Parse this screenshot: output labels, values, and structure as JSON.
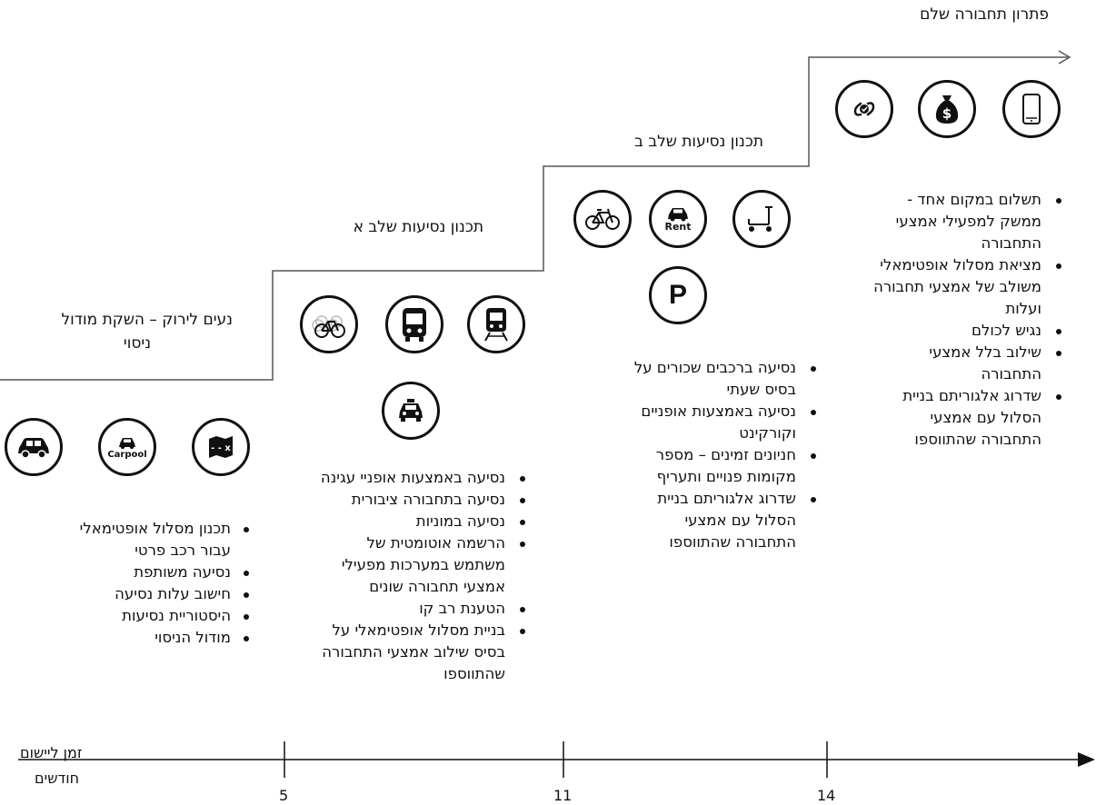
{
  "top_label": "פתרון תחבורה שלם",
  "stages": [
    {
      "title_lines": [
        "נעים לירוק – השקת מודול",
        "ניסוי"
      ],
      "icons": [
        "map-icon",
        "carpool-icon",
        "car-icon"
      ],
      "bullets": [
        {
          "lines": [
            "תכנון מסלול אופטימאלי",
            "עבור רכב פרטי"
          ]
        },
        {
          "lines": [
            "נסיעה משותפת"
          ]
        },
        {
          "lines": [
            "חישוב עלות נסיעה"
          ]
        },
        {
          "lines": [
            "היסטוריית נסיעות"
          ]
        },
        {
          "lines": [
            "מודול הניסוי"
          ]
        }
      ]
    },
    {
      "title_lines": [
        "תכנון נסיעות שלב א"
      ],
      "icons": [
        "train-icon",
        "bus-icon",
        "bikes-icon",
        "taxi-icon"
      ],
      "bullets": [
        {
          "lines": [
            "נסיעה באמצעות אופניי עגינה"
          ]
        },
        {
          "lines": [
            "נסיעה בתחבורה ציבורית"
          ]
        },
        {
          "lines": [
            "נסיעה במוניות"
          ]
        },
        {
          "lines": [
            "הרשמה אוטומטית של",
            "משתמש במערכות מפעילי",
            "אמצעי תחבורה שונים"
          ]
        },
        {
          "lines": [
            "הטענת רב קו"
          ]
        },
        {
          "lines": [
            "בניית מסלול אופטימאלי על",
            "בסיס שילוב אמצעי התחבורה",
            "שהתווספו"
          ]
        }
      ]
    },
    {
      "title_lines": [
        "תכנון נסיעות שלב ב"
      ],
      "icons": [
        "scooter-icon",
        "rent-car-icon",
        "bicycle-icon",
        "parking-icon"
      ],
      "rent_label": "Rent",
      "parking_label": "P",
      "bullets": [
        {
          "lines": [
            "נסיעה ברכבים שכורים על",
            "בסיס שעתי"
          ]
        },
        {
          "lines": [
            "נסיעה באמצעות אופניים",
            "וקורקינט"
          ]
        },
        {
          "lines": [
            "חניונים זמינים – מספר",
            "מקומות פנויים ותעריף"
          ]
        },
        {
          "lines": [
            "שדרוג אלגוריתם בניית",
            "הסלול עם אמצעי",
            "התחבורה שהתווספו"
          ]
        }
      ]
    },
    {
      "title_lines": [],
      "icons": [
        "phone-icon",
        "money-bag-icon",
        "link-icon"
      ],
      "money_label": "$",
      "bullets": [
        {
          "lines": [
            "תשלום במקום אחד -",
            "ממשק למפעילי אמצעי",
            "התחבורה"
          ]
        },
        {
          "lines": [
            "מציאת מסלול אופטימאלי",
            "משולב של אמצעי תחבורה",
            "ועלות"
          ]
        },
        {
          "lines": [
            "נגיש לכולם"
          ]
        },
        {
          "lines": [
            "שילוב בלל אמצעי",
            "התחבורה"
          ]
        },
        {
          "lines": [
            "שדרוג אלגוריתם בניית",
            "הסלול עם אמצעי",
            "התחבורה שהתווספו"
          ]
        }
      ]
    }
  ],
  "carpool_label": "Carpool",
  "axis": {
    "label_line1": "זמן ליישום",
    "label_line2": "חודשים",
    "ticks": [
      "5",
      "11",
      "14"
    ]
  }
}
